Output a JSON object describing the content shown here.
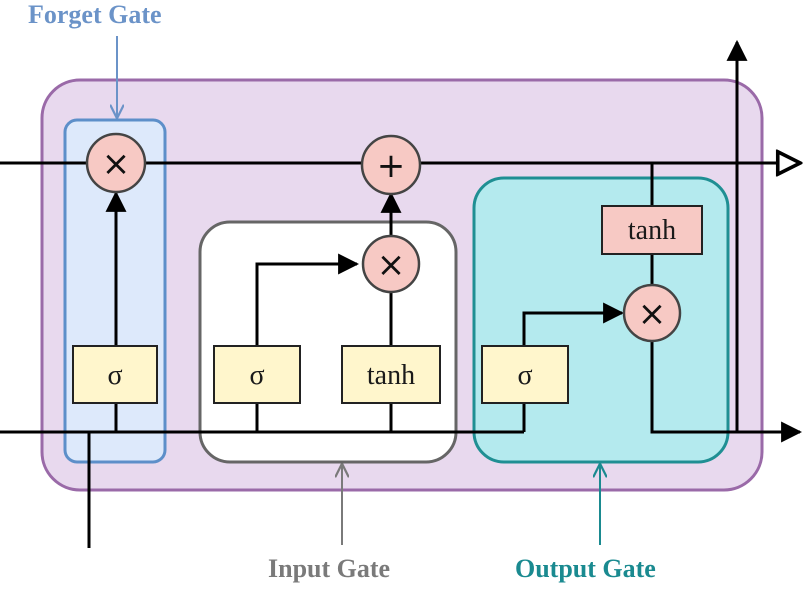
{
  "labels": {
    "forget_gate": "Forget Gate",
    "input_gate": "Input Gate",
    "output_gate": "Output Gate"
  },
  "boxes": {
    "forget_sigma": "σ",
    "input_sigma": "σ",
    "input_tanh": "tanh",
    "output_sigma": "σ",
    "cell_tanh": "tanh"
  },
  "operators": {
    "forget_multiply": "×",
    "cell_add": "+",
    "input_multiply": "×",
    "output_multiply": "×"
  },
  "colors": {
    "cell_fill": "#e8d9ee",
    "cell_border": "#9a6aa8",
    "forget_fill": "#dde9fb",
    "forget_border": "#5d8fc9",
    "forget_label": "#6b93c8",
    "input_fill": "#ffffff",
    "input_border": "#666666",
    "input_label": "#7a7a7a",
    "output_fill": "#b4eaee",
    "output_border": "#1f8f93",
    "output_label": "#1a8a90",
    "gate_box_fill": "#fff6cc",
    "tanh_box_fill": "#f7c9c4",
    "operator_fill": "#f7c9c4",
    "operator_border": "#444444"
  }
}
